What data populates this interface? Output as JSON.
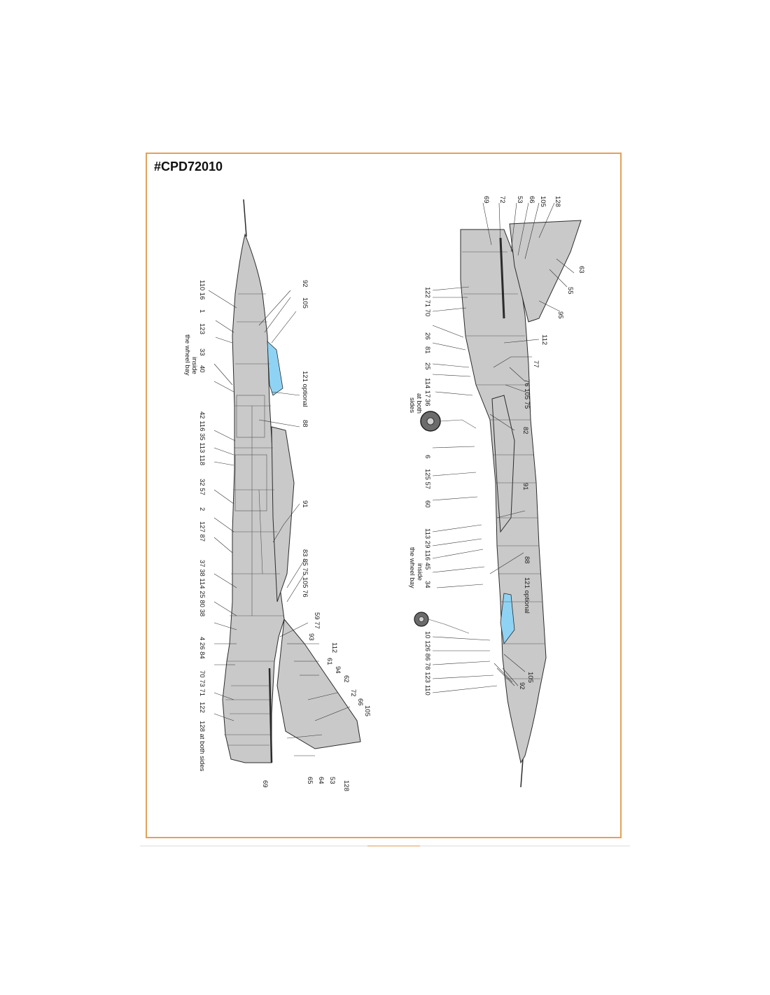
{
  "product_code": "#CPD72010",
  "colors": {
    "frame": "#e3a15a",
    "aircraft": "#c9c9c9",
    "canopy": "#8fd3f4",
    "outline": "#2b2b2b"
  },
  "left_view": {
    "callouts": [
      {
        "id": "l110",
        "text": "110 16"
      },
      {
        "id": "l1",
        "text": "1"
      },
      {
        "id": "l123",
        "text": "123"
      },
      {
        "id": "l33",
        "text": "33"
      },
      {
        "id": "l33note",
        "text": "inside"
      },
      {
        "id": "l33note2",
        "text": "the wheel bay"
      },
      {
        "id": "l40",
        "text": "40"
      },
      {
        "id": "l92",
        "text": "92"
      },
      {
        "id": "l105",
        "text": "105"
      },
      {
        "id": "l121",
        "text": "121 optional"
      },
      {
        "id": "l88",
        "text": "88"
      },
      {
        "id": "l42",
        "text": "42 116 35 113 118"
      },
      {
        "id": "l32",
        "text": "32 57"
      },
      {
        "id": "l2",
        "text": "2"
      },
      {
        "id": "l127",
        "text": "127 87"
      },
      {
        "id": "l91",
        "text": "91"
      },
      {
        "id": "l37",
        "text": "37 38 114 25 80 38"
      },
      {
        "id": "l83",
        "text": "83 85 75 105 76"
      },
      {
        "id": "l59",
        "text": "59 77"
      },
      {
        "id": "l93",
        "text": "93"
      },
      {
        "id": "l112",
        "text": "112"
      },
      {
        "id": "l61",
        "text": "61"
      },
      {
        "id": "l94",
        "text": "94"
      },
      {
        "id": "l62",
        "text": "62"
      },
      {
        "id": "l4",
        "text": "4 26 84"
      },
      {
        "id": "l70",
        "text": "70 73 71"
      },
      {
        "id": "l122",
        "text": "122"
      },
      {
        "id": "l128",
        "text": "128 at both sides"
      },
      {
        "id": "l72",
        "text": "72"
      },
      {
        "id": "l66",
        "text": "66"
      },
      {
        "id": "l105b",
        "text": "105"
      },
      {
        "id": "l69",
        "text": "69"
      },
      {
        "id": "l65",
        "text": "65"
      },
      {
        "id": "l64",
        "text": "64"
      },
      {
        "id": "l53",
        "text": "53"
      },
      {
        "id": "l128b",
        "text": "128"
      }
    ]
  },
  "right_view": {
    "callouts": [
      {
        "id": "r69",
        "text": "69"
      },
      {
        "id": "r72",
        "text": "72"
      },
      {
        "id": "r53",
        "text": "53"
      },
      {
        "id": "r66",
        "text": "66"
      },
      {
        "id": "r105",
        "text": "105"
      },
      {
        "id": "r128",
        "text": "128"
      },
      {
        "id": "r63",
        "text": "63"
      },
      {
        "id": "r55",
        "text": "55"
      },
      {
        "id": "r95",
        "text": "95"
      },
      {
        "id": "r122",
        "text": "122 71 70"
      },
      {
        "id": "r112",
        "text": "112"
      },
      {
        "id": "r26",
        "text": "26"
      },
      {
        "id": "r81",
        "text": "81"
      },
      {
        "id": "r77",
        "text": "77"
      },
      {
        "id": "r25",
        "text": "25"
      },
      {
        "id": "r114",
        "text": "114 17"
      },
      {
        "id": "r76",
        "text": "76 105 75"
      },
      {
        "id": "r36",
        "text": "36"
      },
      {
        "id": "r36note",
        "text": "at both"
      },
      {
        "id": "r36note2",
        "text": "sides"
      },
      {
        "id": "r82",
        "text": "82"
      },
      {
        "id": "r6",
        "text": "6"
      },
      {
        "id": "r125",
        "text": "125 57"
      },
      {
        "id": "r91",
        "text": "91"
      },
      {
        "id": "r60",
        "text": "60"
      },
      {
        "id": "r113",
        "text": "113 29 116 45"
      },
      {
        "id": "r34",
        "text": "34"
      },
      {
        "id": "r34note",
        "text": "inside"
      },
      {
        "id": "r34note2",
        "text": "the wheel bay"
      },
      {
        "id": "r88",
        "text": "88"
      },
      {
        "id": "r121",
        "text": "121 optional"
      },
      {
        "id": "r10",
        "text": "10 126 86 78 123 110"
      },
      {
        "id": "r105b",
        "text": "105"
      },
      {
        "id": "r92",
        "text": "92"
      }
    ]
  }
}
